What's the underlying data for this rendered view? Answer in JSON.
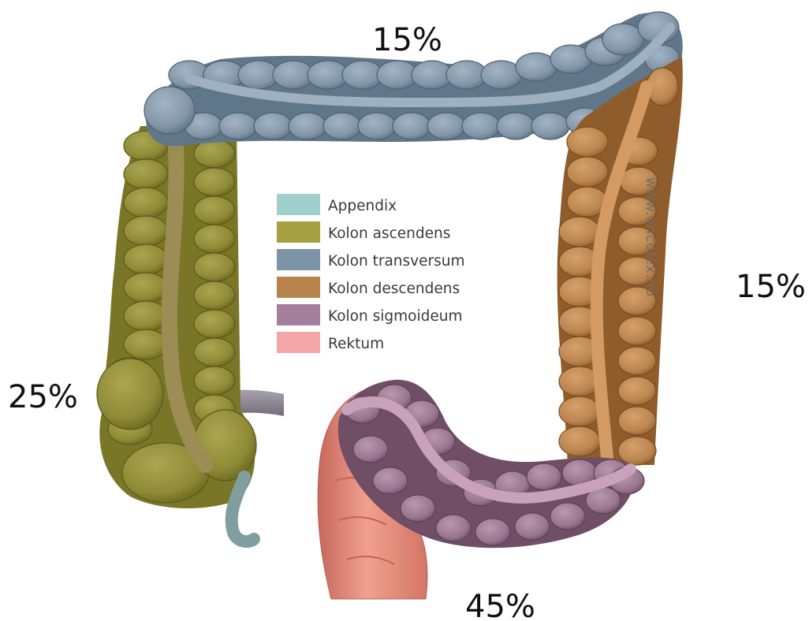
{
  "percentages": {
    "transverse": "15%",
    "descending": "15%",
    "ascending": "25%",
    "sigmoid_rectum": "45%"
  },
  "legend": {
    "items": [
      {
        "label": "Appendix",
        "color": "#9fcfcc"
      },
      {
        "label": "Kolon ascendens",
        "color": "#a6a042"
      },
      {
        "label": "Kolon transversum",
        "color": "#7d93a6"
      },
      {
        "label": "Kolon descendens",
        "color": "#b9844c"
      },
      {
        "label": "Kolon sigmoideum",
        "color": "#a5809c"
      },
      {
        "label": "Rektum",
        "color": "#f2a6a6"
      }
    ]
  },
  "watermark": "www.oncolex.no",
  "colors": {
    "ascending_dark": "#6f6b22",
    "ascending_mid": "#8e8a35",
    "transverse_dark": "#5d7385",
    "transverse_mid": "#8ea3b5",
    "descending_dark": "#9a6533",
    "descending_mid": "#c28b55",
    "sigmoid_dark": "#7c5a72",
    "sigmoid_mid": "#a88399",
    "rectum": "#e98e80",
    "appendix": "#7f9ea0",
    "ileum": "#8a8590"
  }
}
